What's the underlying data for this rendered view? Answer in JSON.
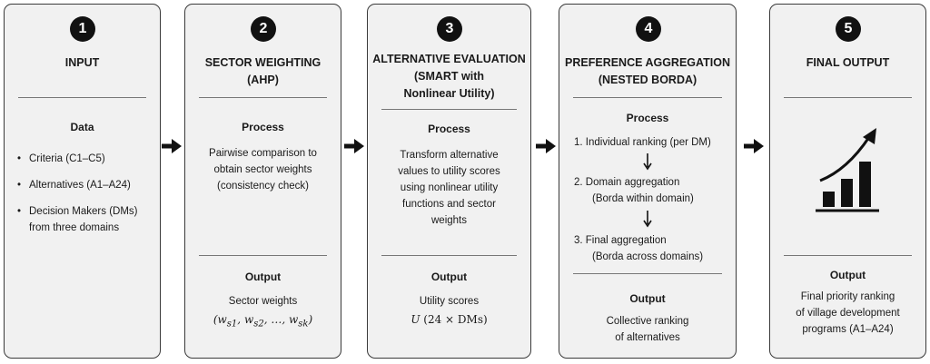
{
  "steps": [
    {
      "number": "1",
      "title": [
        "INPUT"
      ],
      "data_heading": "Data",
      "items": [
        "Criteria (C1–C5)",
        "Alternatives (A1–A24)",
        "Decision Makers (DMs)"
      ],
      "item_continuation": "from three domains"
    },
    {
      "number": "2",
      "title": [
        "SECTOR WEIGHTING",
        "(AHP)"
      ],
      "process_heading": "Process",
      "process_lines": [
        "Pairwise comparison to",
        "obtain sector weights",
        "(consistency check)"
      ],
      "output_heading": "Output",
      "output_lines": [
        "Sector weights"
      ],
      "output_formula": "(ws1, ws2, …, wsk)"
    },
    {
      "number": "3",
      "title": [
        "ALTERNATIVE EVALUATION",
        "(SMART with",
        "Nonlinear Utility)"
      ],
      "process_heading": "Process",
      "process_lines": [
        "Transform alternative",
        "values to utility scores",
        "using nonlinear utility",
        "functions and sector",
        "weights"
      ],
      "output_heading": "Output",
      "output_lines": [
        "Utility scores"
      ],
      "output_formula": "U (24 × DMs)"
    },
    {
      "number": "4",
      "title": [
        "PREFERENCE AGGREGATION",
        "(NESTED BORDA)"
      ],
      "process_heading": "Process",
      "process_steps": [
        {
          "line": "1.  Individual ranking (per DM)"
        },
        {
          "line": "2.  Domain aggregation",
          "sub": "(Borda within domain)"
        },
        {
          "line": "3.  Final aggregation",
          "sub": "(Borda across domains)"
        }
      ],
      "output_heading": "Output",
      "output_lines": [
        "Collective ranking",
        "of alternatives"
      ]
    },
    {
      "number": "5",
      "title": [
        "FINAL OUTPUT"
      ],
      "output_heading": "Output",
      "output_lines": [
        "Final priority ranking",
        "of village development",
        "programs (A1–A24)"
      ]
    }
  ]
}
